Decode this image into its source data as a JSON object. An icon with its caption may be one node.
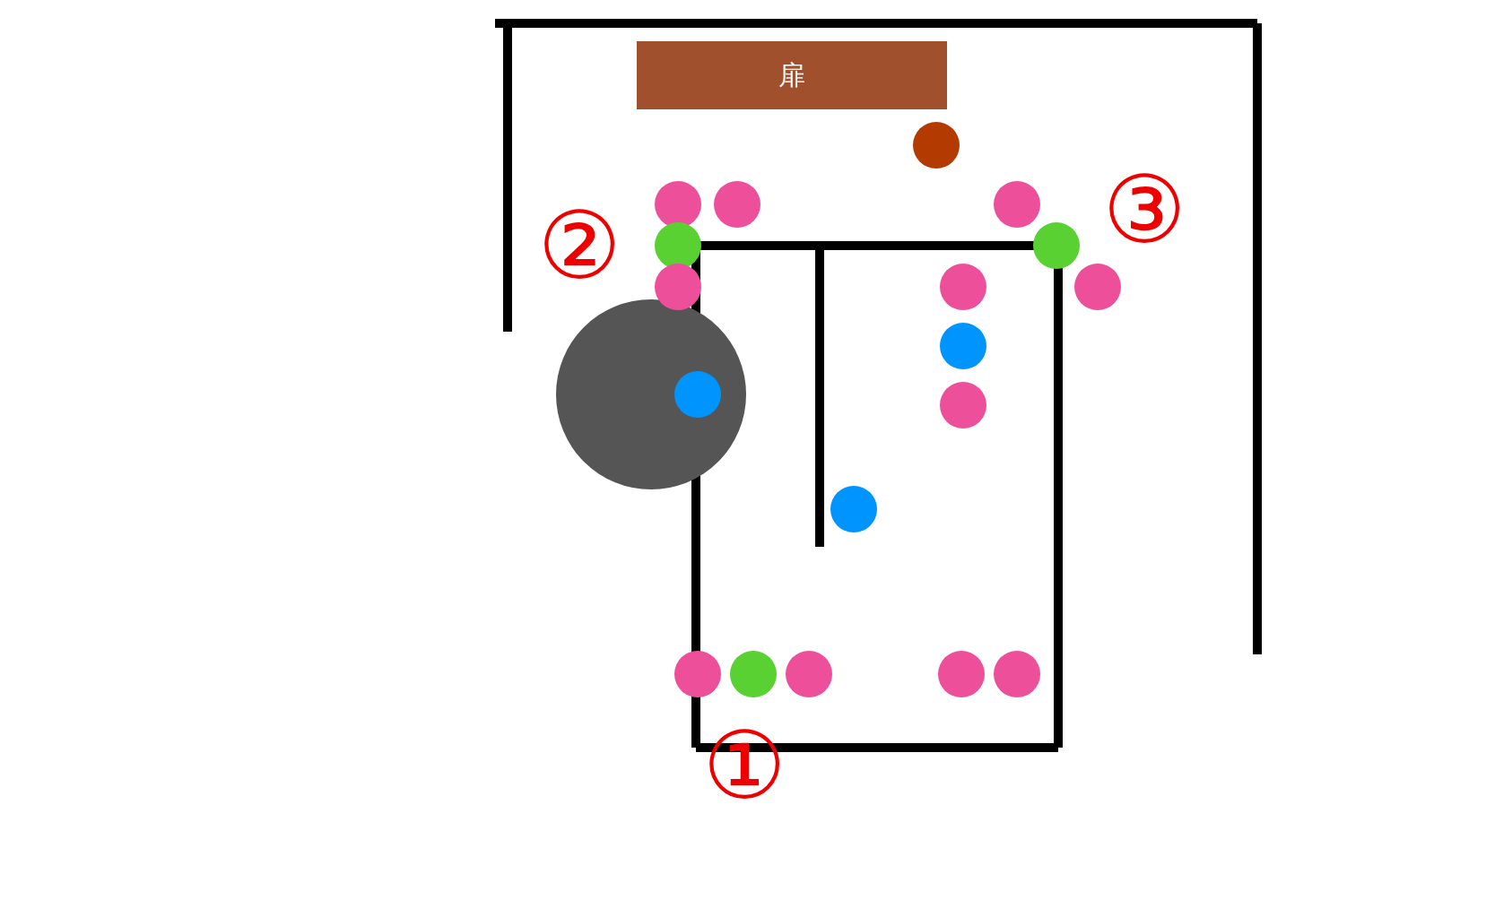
{
  "diagram": {
    "nodes": [
      {
        "text": [
          "扉"
        ]
      }
    ],
    "labels": [
      "②",
      "③",
      "①"
    ]
  }
}
